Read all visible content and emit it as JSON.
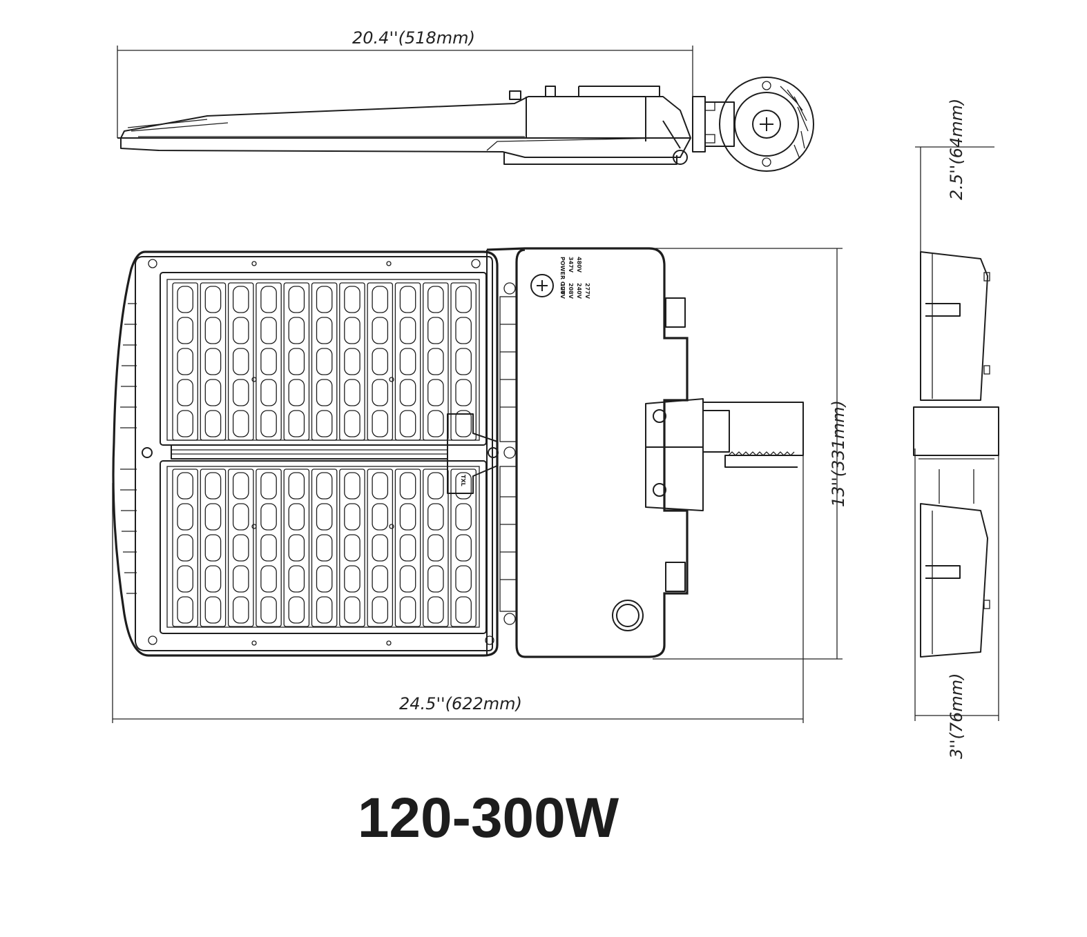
{
  "dimensions": {
    "side_length": "20.4''(518mm)",
    "total_length": "24.5''(622mm)",
    "width": "13''(331mm)",
    "height": "2.5''(64mm)",
    "arm": "3''(76mm)"
  },
  "panel_labels": [
    "POWER OUT",
    "347V",
    "480V",
    "120V",
    "208V",
    "240V",
    "277V"
  ],
  "mark_label": "TXL",
  "title": "120-300W",
  "led_layout": {
    "columns": 11,
    "rows_per_module": 5,
    "modules": 2
  }
}
